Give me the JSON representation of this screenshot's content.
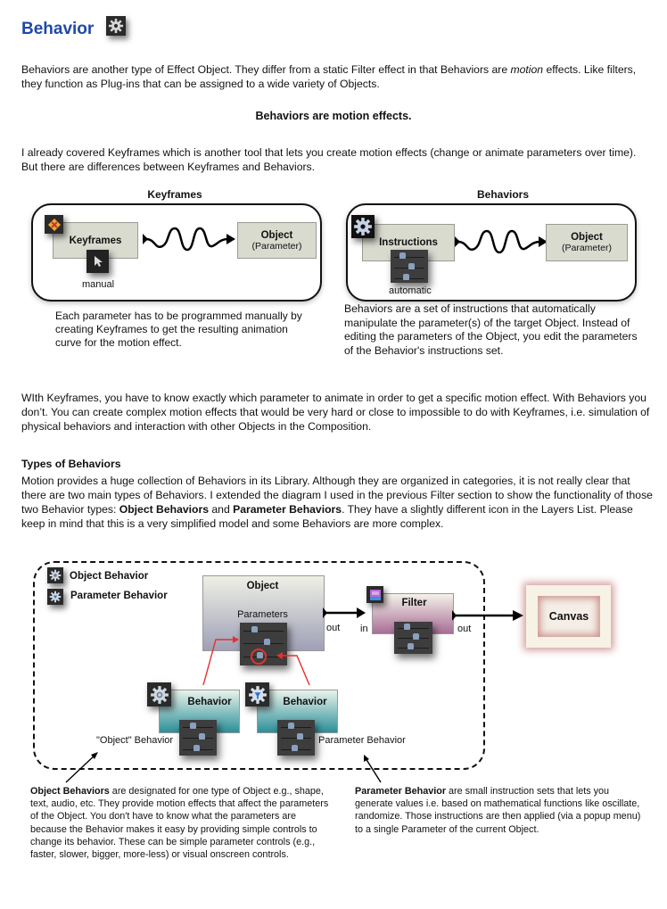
{
  "header": {
    "title": "Behavior",
    "icon": "gear-icon"
  },
  "intro": {
    "prefix": "Behaviors are another type of Effect Object. They differ from a static Filter effect in that Behaviors are ",
    "emph": "motion",
    "suffix": " effects. Like filters, they function as Plug-ins that can be assigned to a wide variety of Objects."
  },
  "callout": "Behaviors are motion effects.",
  "keyframes_intro": "I already covered Keyframes which is another tool that lets you create motion effects (change or animate parameters over time). But there are differences between Keyframes and Behaviors.",
  "diagram_keyframes": {
    "heading": "Keyframes",
    "source_label": "Keyframes",
    "source_icon": "keyframe-icon",
    "control_icon": "cursor-icon",
    "control_label": "manual",
    "target_title": "Object",
    "target_sub": "(Parameter)",
    "caption": "Each parameter has to be programmed manually by creating Keyframes to get the resulting animation curve for the motion effect."
  },
  "diagram_behaviors": {
    "heading": "Behaviors",
    "source_label": "Instructions",
    "source_icon": "gear-icon",
    "control_icon": "sliders-icon",
    "control_label": "automatic",
    "target_title": "Object",
    "target_sub": "(Parameter)",
    "caption": "Behaviors are a set of instructions that automatically manipulate the parameter(s) of the target Object. Instead of editing the parameters of the Object, you edit the parameters of the Behavior's instructions set."
  },
  "comparison_text": "WIth Keyframes, you have to know exactly which parameter to animate in order to get a specific motion effect. With Behaviors you don’t. You can create complex motion effects that would be very hard or close to impossible to do with Keyframes, i.e. simulation of physical behaviors and interaction with other Objects in the Composition.",
  "types_section": {
    "heading": "Types of Behaviors",
    "p1": "Motion provides a huge collection of Behaviors in its Library. Although they are organized in categories, it is not really clear that there are two main types of Behaviors. I extended the diagram I used in the previous Filter section to show the functionality of those two Behavior types: ",
    "bold1": "Object Behaviors",
    "and": " and ",
    "bold2": "Parameter Behaviors",
    "p2": ". They have a slightly different icon in the Layers List. Please keep in mind that this is a very simplified model and some Behaviors are more complex."
  },
  "big_diagram": {
    "legend": [
      {
        "label": "Object Behavior",
        "icon": "object-behavior-icon"
      },
      {
        "label": "Parameter Behavior",
        "icon": "parameter-behavior-icon"
      }
    ],
    "object_title": "Object",
    "object_params": "Parameters",
    "out1": "out",
    "in": "in",
    "filter_title": "Filter",
    "out2": "out",
    "canvas": "Canvas",
    "behavior1_title": "Behavior",
    "behavior1_caption": "\"Object\" Behavior",
    "behavior2_title": "Behavior",
    "behavior2_caption": "Parameter Behavior",
    "accent_red": "#e8302a"
  },
  "object_behaviors_note": {
    "bold": "Object Behaviors",
    "text": " are designated for one type of Object e.g., shape, text, audio, etc. They provide motion effects that affect the parameters of the Object. You don't have to know what the parameters are because the Behavior makes it easy by providing simple controls to change its behavior. These can be simple parameter controls (e.g., faster, slower, bigger, more-less) or visual onscreen controls."
  },
  "parameter_behavior_note": {
    "bold": "Parameter Behavior",
    "text": " are small instruction sets that lets you generate values i.e. based on mathematical functions like oscillate, randomize. Those instructions are then applied (via a popup menu) to a single Parameter of the current Object."
  }
}
